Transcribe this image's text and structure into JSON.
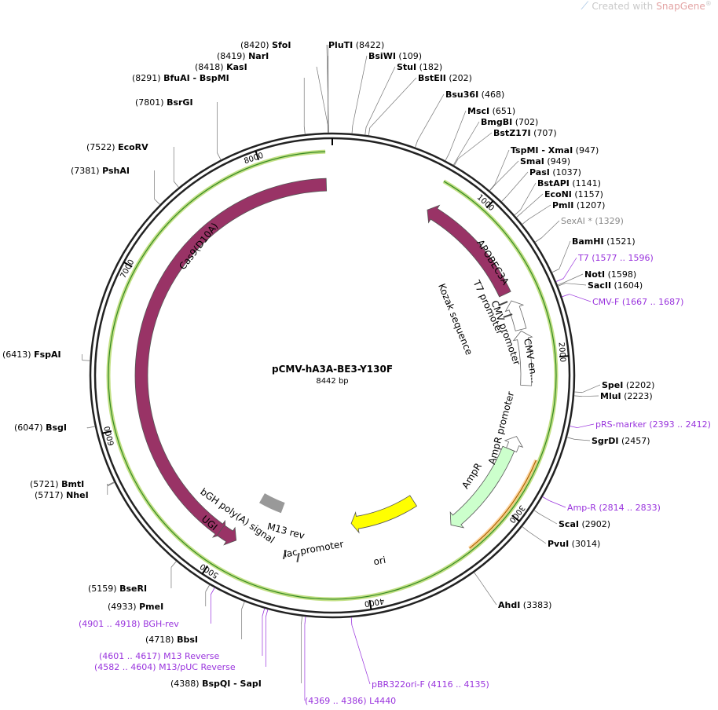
{
  "watermark": {
    "prefix": "Created with ",
    "brand": "SnapGene",
    "mark": "®"
  },
  "plasmid": {
    "name": "pCMV-hA3A-BE3-Y130F",
    "size_label": "8442 bp",
    "length": 8442
  },
  "scale_ticks": [
    {
      "pos": 1000,
      "label": "1000"
    },
    {
      "pos": 2000,
      "label": "2000"
    },
    {
      "pos": 3000,
      "label": "3000"
    },
    {
      "pos": 4000,
      "label": "4000"
    },
    {
      "pos": 5000,
      "label": "5000"
    },
    {
      "pos": 6000,
      "label": "6000"
    },
    {
      "pos": 7000,
      "label": "7000"
    },
    {
      "pos": 8000,
      "label": "8000"
    }
  ],
  "features": [
    {
      "id": "apobec3a",
      "label": "APOBEC3A",
      "start": 700,
      "end": 1520,
      "strand": -1,
      "lane": 0,
      "color": "#993366",
      "text": "#ffffff",
      "label_inside": true
    },
    {
      "id": "cas9",
      "label": "Cas9(D10A)",
      "start": 5020,
      "end": 8400,
      "strand": -1,
      "lane": 0,
      "color": "#993366",
      "text": "#000000",
      "label_inside": false
    },
    {
      "id": "ugi",
      "label": "UGI",
      "start": 4930,
      "end": 5060,
      "strand": -1,
      "lane": 0,
      "color": "#993366",
      "text": "#ffffff",
      "label_inside": true
    },
    {
      "id": "cmv-enh",
      "label": "CMV en...",
      "start": 1800,
      "end": 2180,
      "strand": -1,
      "lane": 0,
      "color": "#ffffff",
      "text": "#000000",
      "label_inside": true
    },
    {
      "id": "cmv-prom",
      "label": "CMV promoter",
      "start": 1580,
      "end": 1790,
      "strand": -1,
      "lane": 0,
      "color": "#ffffff",
      "text": "#000000",
      "label_inside": false
    },
    {
      "id": "ampr-prom",
      "label": "AmpR promoter",
      "start": 2540,
      "end": 2640,
      "strand": -1,
      "lane": 0,
      "color": "#ffffff",
      "text": "#000000",
      "label_inside": false
    },
    {
      "id": "ampr",
      "label": "AmpR",
      "start": 2640,
      "end": 3320,
      "strand": 1,
      "lane": 0,
      "color": "#ccffcc",
      "text": "#000000",
      "label_inside": false
    },
    {
      "id": "ori",
      "label": "ori",
      "start": 3450,
      "end": 4050,
      "strand": 1,
      "lane": 0,
      "color": "#ffff00",
      "text": "#000000",
      "label_inside": true
    },
    {
      "id": "bgh",
      "label": "bGH poly(A) signal",
      "start": 4700,
      "end": 4920,
      "strand": 0,
      "lane": 0,
      "color": "#999999",
      "text": "#000000",
      "label_inside": false
    },
    {
      "id": "lac",
      "label": "lac promoter",
      "start": 4470,
      "end": 4500,
      "strand": 0,
      "lane": 0,
      "color": "#ffffff",
      "text": "#000000",
      "label_inside": false
    },
    {
      "id": "m13rev",
      "label": "M13 rev",
      "start": 4570,
      "end": 4600,
      "strand": 0,
      "lane": 0,
      "color": "#ffffff",
      "text": "#000000",
      "label_inside": false
    },
    {
      "id": "t7prom",
      "label": "T7 promoter",
      "start": 1575,
      "end": 1596,
      "strand": 0,
      "lane": 0,
      "color": "#ffffff",
      "text": "#000000",
      "label_inside": false
    },
    {
      "id": "kozak",
      "label": "Kozak sequence",
      "start": 1670,
      "end": 1680,
      "strand": 0,
      "lane": 0,
      "color": "#ffffff",
      "text": "#000000",
      "label_inside": false
    }
  ],
  "orfs": [
    {
      "start": 700,
      "end": 8400,
      "color": "#99cc33"
    },
    {
      "start": 2640,
      "end": 3320,
      "color": "#ffbb66"
    }
  ],
  "sites": [
    {
      "name": "SfoI",
      "pos": "8420",
      "side": "L",
      "type": "enzyme"
    },
    {
      "name": "NarI",
      "pos": "8419",
      "side": "L",
      "type": "enzyme"
    },
    {
      "name": "KasI",
      "pos": "8418",
      "side": "L",
      "type": "enzyme"
    },
    {
      "name": "BfuAI - BspMI",
      "pos": "8291",
      "side": "L",
      "type": "enzyme"
    },
    {
      "name": "BsrGI",
      "pos": "7801",
      "side": "L",
      "type": "enzyme"
    },
    {
      "name": "EcoRV",
      "pos": "7522",
      "side": "L",
      "type": "enzyme"
    },
    {
      "name": "PshAI",
      "pos": "7381",
      "side": "L",
      "type": "enzyme"
    },
    {
      "name": "FspAI",
      "pos": "6413",
      "side": "L",
      "type": "enzyme"
    },
    {
      "name": "BsgI",
      "pos": "6047",
      "side": "L",
      "type": "enzyme"
    },
    {
      "name": "BmtI",
      "pos": "5721",
      "side": "L",
      "type": "enzyme"
    },
    {
      "name": "NheI",
      "pos": "5717",
      "side": "L",
      "type": "enzyme"
    },
    {
      "name": "BseRI",
      "pos": "5159",
      "side": "L",
      "type": "enzyme"
    },
    {
      "name": "PmeI",
      "pos": "4933",
      "side": "L",
      "type": "enzyme"
    },
    {
      "name": "BGH-rev",
      "pos": "4901 .. 4918",
      "side": "L",
      "type": "primer"
    },
    {
      "name": "BbsI",
      "pos": "4718",
      "side": "L",
      "type": "enzyme"
    },
    {
      "name": "M13 Reverse",
      "pos": "4601 .. 4617",
      "side": "L",
      "type": "primer"
    },
    {
      "name": "M13/pUC Reverse",
      "pos": "4582 .. 4604",
      "side": "L",
      "type": "primer"
    },
    {
      "name": "BspQI - SapI",
      "pos": "4388",
      "side": "L",
      "type": "enzyme"
    },
    {
      "name": "L4440",
      "pos": "4369 .. 4386",
      "side": "L",
      "type": "primer"
    },
    {
      "name": "PluTI",
      "pos": "8422",
      "side": "R",
      "type": "enzyme"
    },
    {
      "name": "BsiWI",
      "pos": "109",
      "side": "R",
      "type": "enzyme"
    },
    {
      "name": "StuI",
      "pos": "182",
      "side": "R",
      "type": "enzyme"
    },
    {
      "name": "BstEII",
      "pos": "202",
      "side": "R",
      "type": "enzyme"
    },
    {
      "name": "Bsu36I",
      "pos": "468",
      "side": "R",
      "type": "enzyme"
    },
    {
      "name": "MscI",
      "pos": "651",
      "side": "R",
      "type": "enzyme"
    },
    {
      "name": "BmgBI",
      "pos": "702",
      "side": "R",
      "type": "enzyme"
    },
    {
      "name": "BstZ17I",
      "pos": "707",
      "side": "R",
      "type": "enzyme"
    },
    {
      "name": "TspMI - XmaI",
      "pos": "947",
      "side": "R",
      "type": "enzyme"
    },
    {
      "name": "SmaI",
      "pos": "949",
      "side": "R",
      "type": "enzyme"
    },
    {
      "name": "PasI",
      "pos": "1037",
      "side": "R",
      "type": "enzyme"
    },
    {
      "name": "BstAPI",
      "pos": "1141",
      "side": "R",
      "type": "enzyme"
    },
    {
      "name": "EcoNI",
      "pos": "1157",
      "side": "R",
      "type": "enzyme"
    },
    {
      "name": "PmlI",
      "pos": "1207",
      "side": "R",
      "type": "enzyme"
    },
    {
      "name": "SexAI *",
      "pos": "1329",
      "side": "R",
      "type": "gray"
    },
    {
      "name": "BamHI",
      "pos": "1521",
      "side": "R",
      "type": "enzyme"
    },
    {
      "name": "T7",
      "pos": "1577 .. 1596",
      "side": "R",
      "type": "primer"
    },
    {
      "name": "NotI",
      "pos": "1598",
      "side": "R",
      "type": "enzyme"
    },
    {
      "name": "SacII",
      "pos": "1604",
      "side": "R",
      "type": "enzyme"
    },
    {
      "name": "CMV-F",
      "pos": "1667 .. 1687",
      "side": "R",
      "type": "primer"
    },
    {
      "name": "SpeI",
      "pos": "2202",
      "side": "R",
      "type": "enzyme"
    },
    {
      "name": "MluI",
      "pos": "2223",
      "side": "R",
      "type": "enzyme"
    },
    {
      "name": "pRS-marker",
      "pos": "2393 .. 2412",
      "side": "R",
      "type": "primer"
    },
    {
      "name": "SgrDI",
      "pos": "2457",
      "side": "R",
      "type": "enzyme"
    },
    {
      "name": "Amp-R",
      "pos": "2814 .. 2833",
      "side": "R",
      "type": "primer"
    },
    {
      "name": "ScaI",
      "pos": "2902",
      "side": "R",
      "type": "enzyme"
    },
    {
      "name": "PvuI",
      "pos": "3014",
      "side": "R",
      "type": "enzyme"
    },
    {
      "name": "AhdI",
      "pos": "3383",
      "side": "R",
      "type": "enzyme"
    },
    {
      "name": "pBR322ori-F",
      "pos": "4116 .. 4135",
      "side": "R",
      "type": "primer"
    }
  ]
}
